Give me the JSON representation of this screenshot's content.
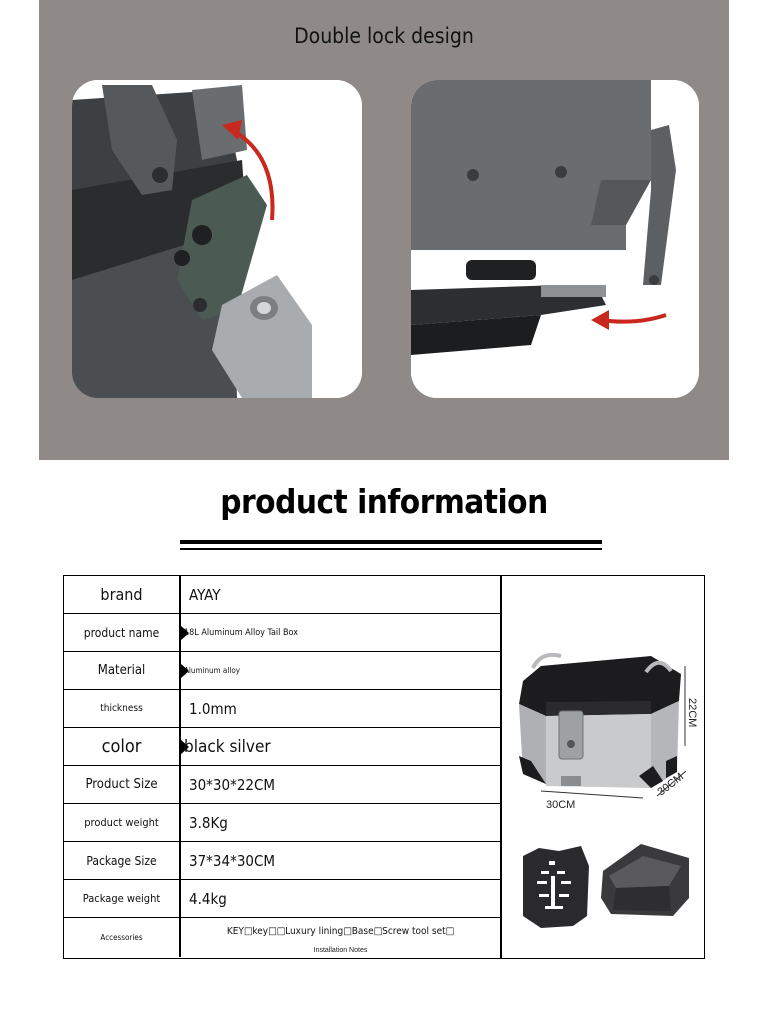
{
  "banner": {
    "title": "Double lock design"
  },
  "info": {
    "heading": "product information"
  },
  "specs": [
    {
      "label": "brand",
      "value": "AYAY",
      "label_size": 16,
      "value_size": 15,
      "notch": false
    },
    {
      "label": "product name",
      "value": "18L Aluminum Alloy Tail Box",
      "label_size": 12,
      "value_size": 9,
      "notch": true
    },
    {
      "label": "Material",
      "value": "Aluminum alloy",
      "label_size": 13,
      "value_size": 8,
      "notch": true
    },
    {
      "label": "thickness",
      "value": "1.0mm",
      "label_size": 10,
      "value_size": 15,
      "notch": false
    },
    {
      "label": "color",
      "value": "black silver",
      "label_size": 18,
      "value_size": 17,
      "notch": true
    },
    {
      "label": "Product Size",
      "value": "30*30*22CM",
      "label_size": 13,
      "value_size": 15,
      "notch": false
    },
    {
      "label": "product weight",
      "value": "3.8Kg",
      "label_size": 11,
      "value_size": 15,
      "notch": false
    },
    {
      "label": "Package Size",
      "value": "37*34*30CM",
      "label_size": 12,
      "value_size": 15,
      "notch": false
    },
    {
      "label": "Package weight",
      "value": "4.4kg",
      "label_size": 11,
      "value_size": 15,
      "notch": false
    }
  ],
  "accessories": {
    "label": "Accessories",
    "items": "KEY□key□□Luxury lining□Base□Screw tool set□",
    "notes": "Installation Notes"
  },
  "dimensions": {
    "height": "22CM",
    "width": "30CM",
    "depth": "30CM"
  },
  "colors": {
    "panel_bg": "#8f8a88",
    "arrow_red": "#c8281e",
    "box_silver": "#c9cacc",
    "box_black": "#1c1c1e"
  }
}
